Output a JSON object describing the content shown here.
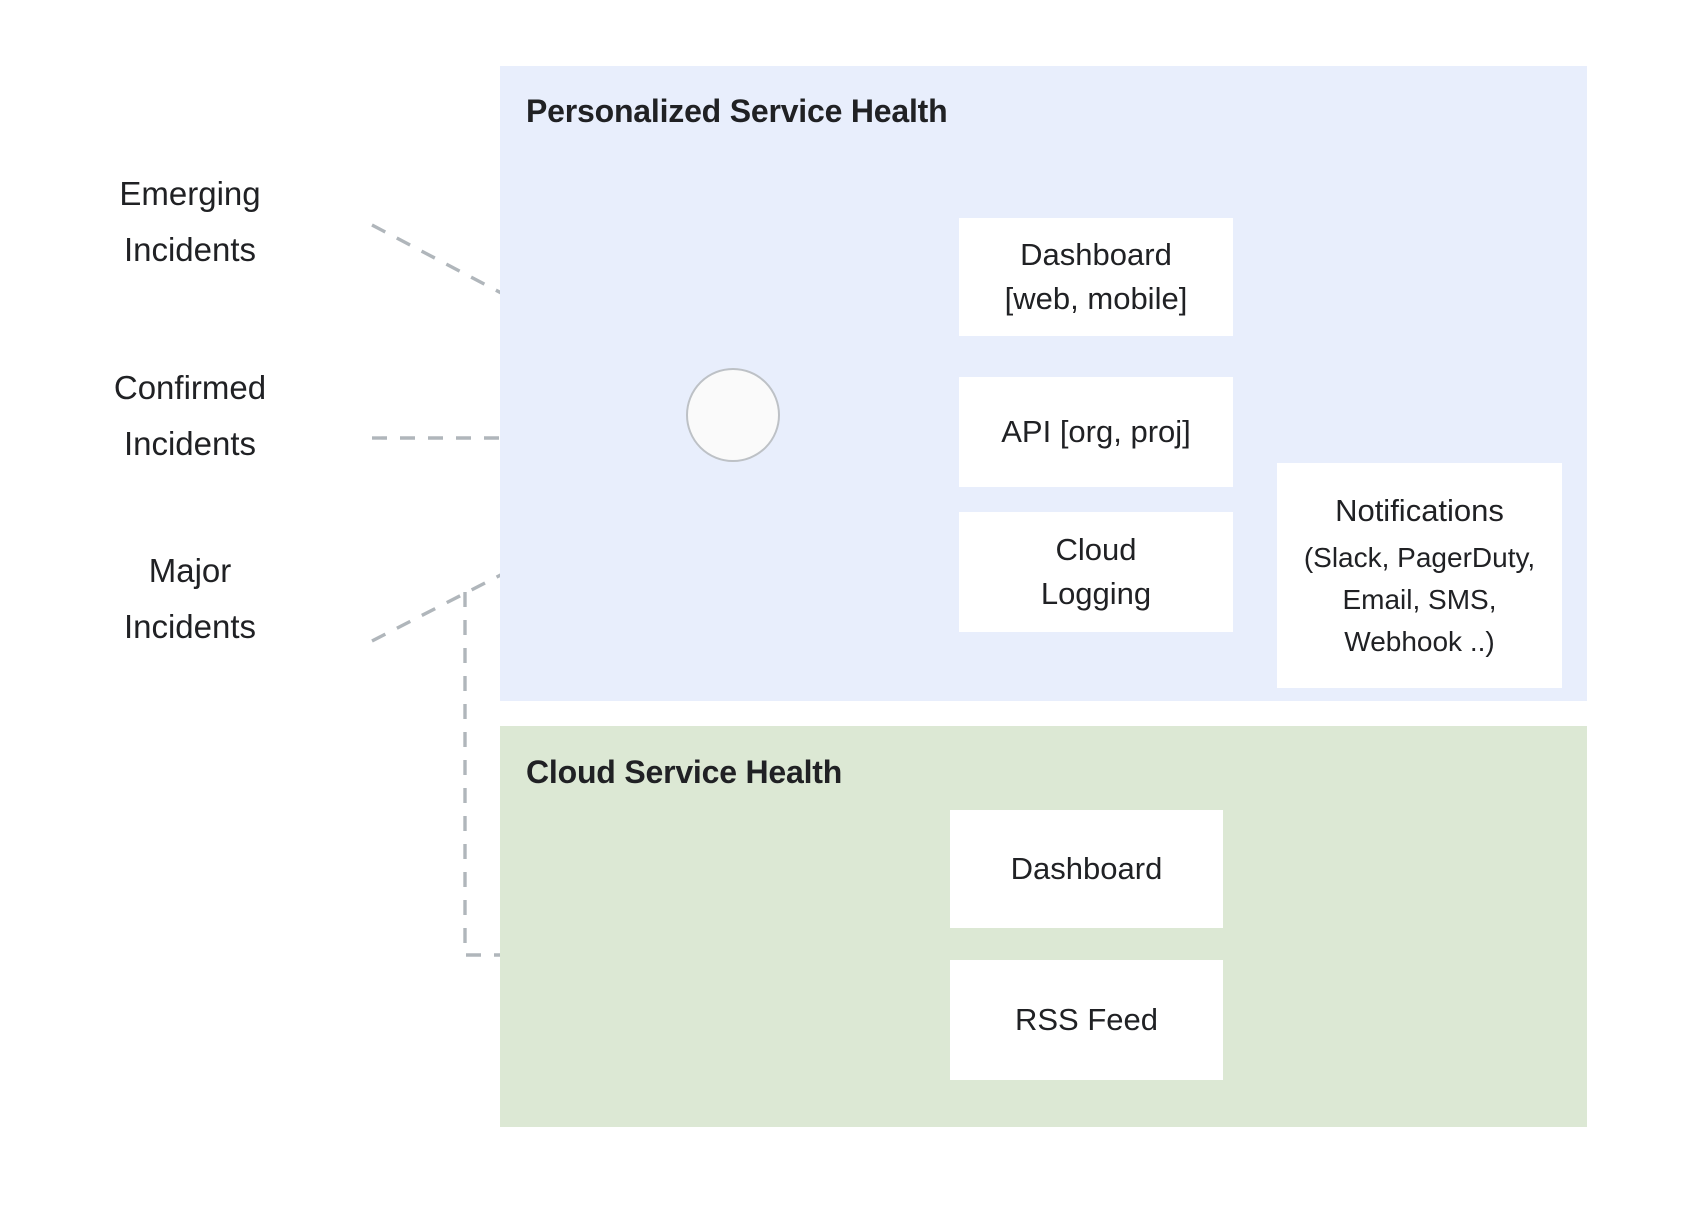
{
  "diagram": {
    "title_hidden": "",
    "colors": {
      "panel_personalized_bg": "#e8eefc",
      "panel_cloud_bg": "#dce8d4",
      "node_bg": "#ffffff",
      "text": "#202124",
      "solid_connector": "#5f6368",
      "dashed_connector": "#b0b6bb",
      "light_connector": "#b6bfb6"
    }
  },
  "sources": {
    "emerging": {
      "line1": "Emerging",
      "line2": "Incidents"
    },
    "confirmed": {
      "line1": "Confirmed",
      "line2": "Incidents"
    },
    "major": {
      "line1": "Major",
      "line2": "Incidents"
    }
  },
  "panels": {
    "personalized": {
      "title": "Personalized Service Health",
      "nodes": {
        "dashboard": {
          "line1": "Dashboard",
          "line2": "[web, mobile]"
        },
        "api": {
          "line1": "API [org, proj]"
        },
        "cloud_logging": {
          "line1": "Cloud",
          "line2": "Logging"
        },
        "notifications": {
          "line1": "Notifications",
          "line2": "(Slack, PagerDuty,",
          "line3": "Email, SMS,",
          "line4": "Webhook ..)"
        }
      }
    },
    "cloud": {
      "title": "Cloud Service Health",
      "nodes": {
        "dashboard": {
          "line1": "Dashboard"
        },
        "rss_feed": {
          "line1": "RSS Feed"
        }
      }
    }
  },
  "icons": {
    "hub": "hub-circle-icon",
    "arrow": "arrowhead-icon"
  }
}
